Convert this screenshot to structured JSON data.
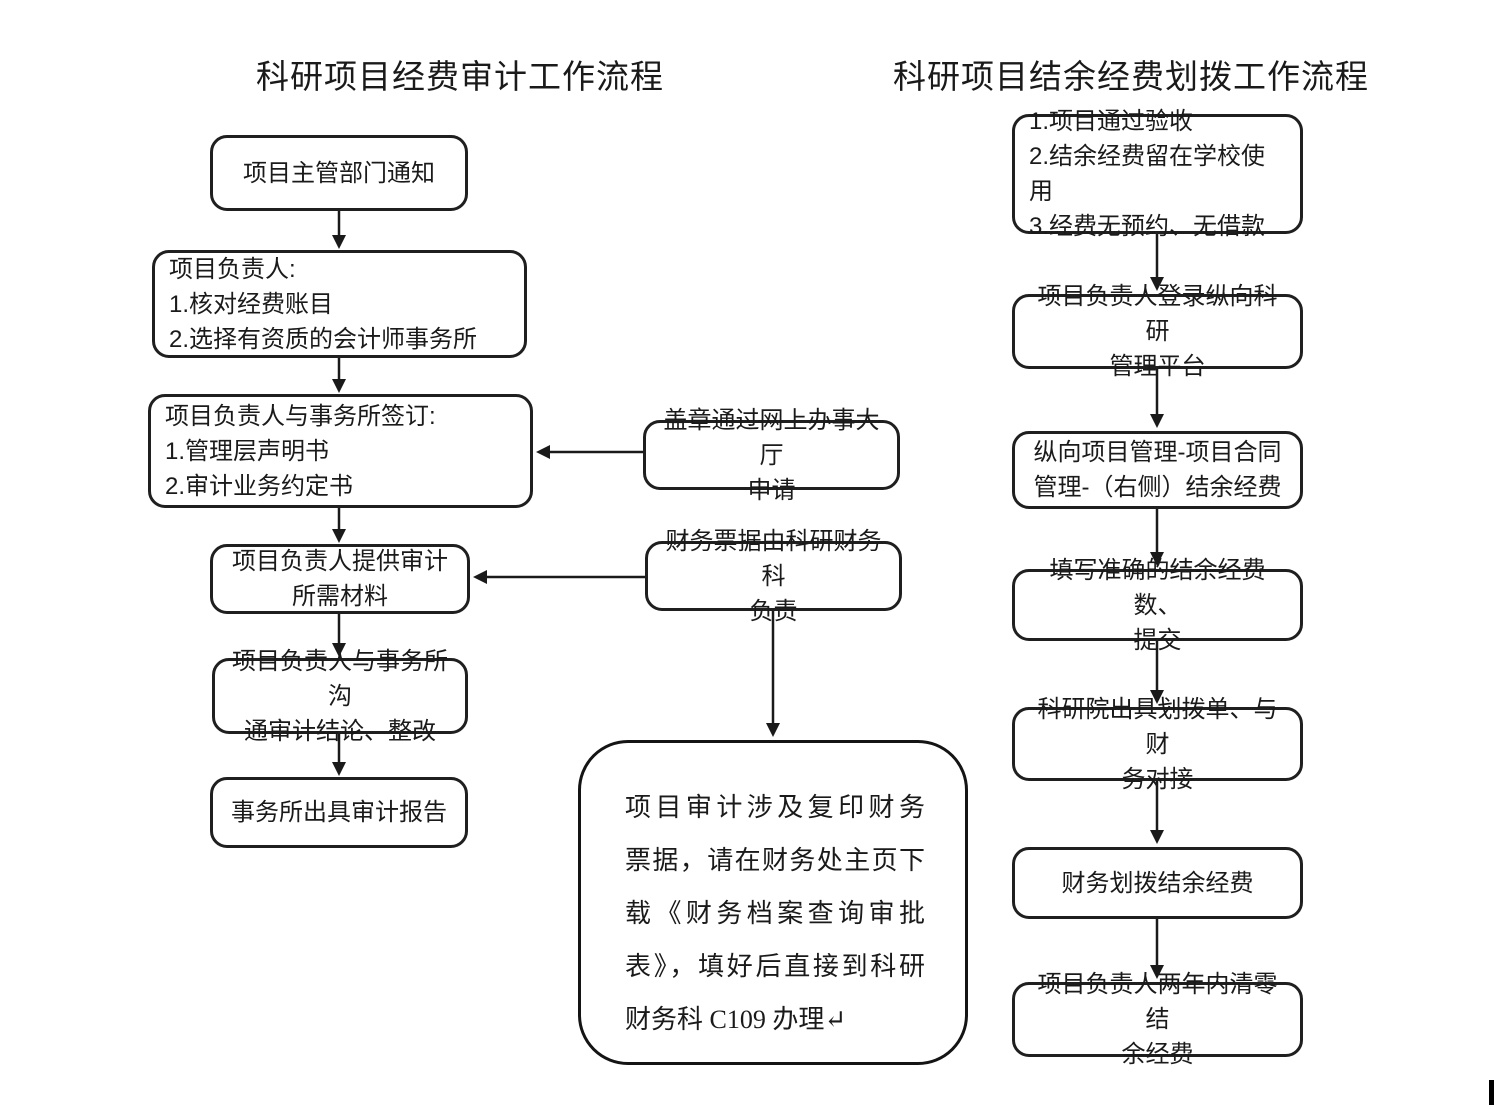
{
  "page": {
    "background_color": "#ffffff",
    "line_color": "#1a1a1a"
  },
  "left_flow": {
    "title": "科研项目经费审计工作流程",
    "nodes": [
      {
        "label": "项目主管部门通知"
      },
      {
        "label": "项目负责人:\n1.核对经费账目\n2.选择有资质的会计师事务所"
      },
      {
        "label": "项目负责人与事务所签订:\n1.管理层声明书\n2.审计业务约定书"
      },
      {
        "label": "项目负责人提供审计\n所需材料"
      },
      {
        "label": "项目负责人与事务所沟\n通审计结论、整改"
      },
      {
        "label": "事务所出具审计报告"
      }
    ]
  },
  "middle_flow": {
    "nodes": [
      {
        "label": "盖章通过网上办事大厅\n申请"
      },
      {
        "label": "财务票据由科研财务科\n负责"
      }
    ],
    "note": {
      "lines": [
        "项目审计涉及复印财务",
        "票据，请在财务处主页下",
        "载《财务档案查询审批",
        "表》，填好后直接到科研",
        "财务科 C109 办理↵"
      ]
    }
  },
  "right_flow": {
    "title": "科研项目结余经费划拨工作流程",
    "nodes": [
      {
        "label": "1.项目通过验收\n2.结余经费留在学校使用\n3.经费无预约、无借款"
      },
      {
        "label": "项目负责人登录纵向科研\n管理平台"
      },
      {
        "label": "纵向项目管理-项目合同\n管理-（右侧）结余经费"
      },
      {
        "label": "填写准确的结余经费数、\n提交"
      },
      {
        "label": "科研院出具划拨单、与财\n务对接"
      },
      {
        "label": "财务划拨结余经费"
      },
      {
        "label": "项目负责人两年内清零结\n余经费"
      }
    ]
  }
}
